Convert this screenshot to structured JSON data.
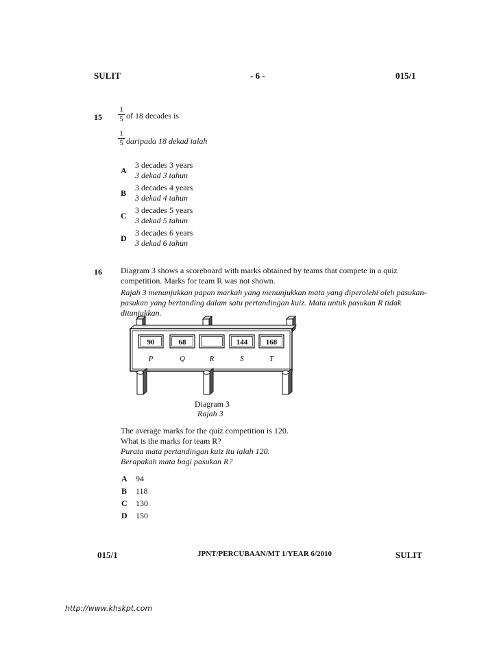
{
  "header": {
    "left": "SULIT",
    "center": "- 6 -",
    "right": "015/1"
  },
  "q15": {
    "number": "15",
    "fraction": {
      "num": "1",
      "den": "5"
    },
    "text_en": "of 18 decades is",
    "text_ms": "daripada 18 dekad ialah",
    "options": [
      {
        "letter": "A",
        "en": "3 decades 3 years",
        "ms": "3 dekad 3 tahun"
      },
      {
        "letter": "B",
        "en": "3 decades 4 years",
        "ms": "3 dekad 4 tahun"
      },
      {
        "letter": "C",
        "en": "3 decades 5 years",
        "ms": "3 dekad 5 tahun"
      },
      {
        "letter": "D",
        "en": "3 decades 6 years",
        "ms": "3 dekad 6 tahun"
      }
    ]
  },
  "q16": {
    "number": "16",
    "intro_en_1": "Diagram 3 shows a scoreboard with marks obtained by teams that compete in a quiz",
    "intro_en_2": "competition. Marks for team R was not shown.",
    "intro_ms_1": "Rajah 3 menunjukkan papan markah yang menunjukkan mata yang diperolehi oleh pasukan-",
    "intro_ms_2": "pasukan yang bertanding dalam satu pertandingan kuiz. Mata untuk pasukan R tidak",
    "intro_ms_3": "ditunjukkan.",
    "scoreboard": {
      "scores": [
        "90",
        "68",
        "",
        "144",
        "168"
      ],
      "teams": [
        "P",
        "Q",
        "R",
        "S",
        "T"
      ]
    },
    "caption_en": "Diagram 3",
    "caption_ms": "Rajah 3",
    "question_en_1": "The average marks for the quiz competition is 120.",
    "question_en_2": "What is the marks for team R?",
    "question_ms_1": "Purata mata pertandingan kuiz itu ialah 120.",
    "question_ms_2": "Berapakah mata bagi pasukan R?",
    "options": [
      {
        "letter": "A",
        "value": "94"
      },
      {
        "letter": "B",
        "value": "118"
      },
      {
        "letter": "C",
        "value": "130"
      },
      {
        "letter": "D",
        "value": "150"
      }
    ]
  },
  "footer": {
    "left": "015/1",
    "center": "JPNT/PERCUBAAN/MT 1/YEAR 6/2010",
    "right": "SULIT"
  },
  "source_url": "http://www.khskpt.com"
}
